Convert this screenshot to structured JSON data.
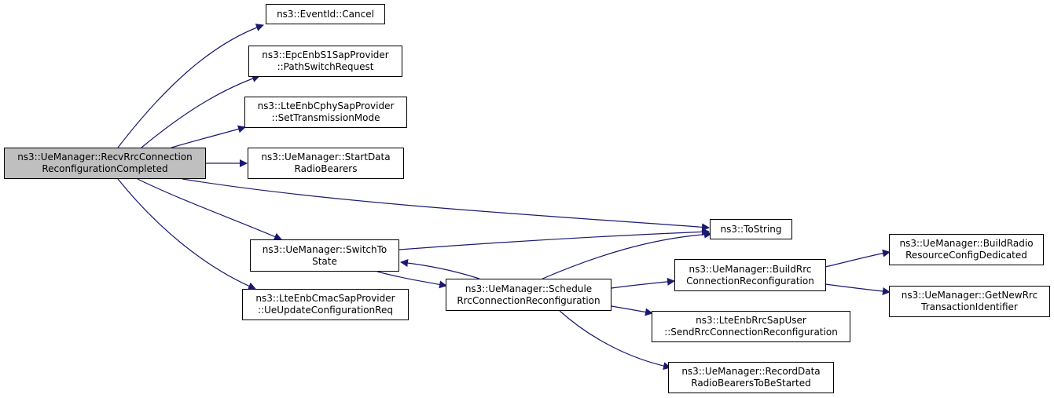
{
  "diagram": {
    "edge_color": "#191970",
    "root_fill": "#bfbfbf",
    "nodes": {
      "root": [
        "ns3::UeManager::RecvRrcConnection",
        "ReconfigurationCompleted"
      ],
      "event_cancel": [
        "ns3::EventId::Cancel"
      ],
      "path_switch": [
        "ns3::EpcEnbS1SapProvider",
        "::PathSwitchRequest"
      ],
      "set_tx_mode": [
        "ns3::LteEnbCphySapProvider",
        "::SetTransmissionMode"
      ],
      "start_data_rb": [
        "ns3::UeManager::StartData",
        "RadioBearers"
      ],
      "to_string": [
        "ns3::ToString"
      ],
      "switch_to_state": [
        "ns3::UeManager::SwitchTo",
        "State"
      ],
      "ue_update_cfg": [
        "ns3::LteEnbCmacSapProvider",
        "::UeUpdateConfigurationReq"
      ],
      "schedule_rrc": [
        "ns3::UeManager::Schedule",
        "RrcConnectionReconfiguration"
      ],
      "build_rrc": [
        "ns3::UeManager::BuildRrc",
        "ConnectionReconfiguration"
      ],
      "send_rrc": [
        "ns3::LteEnbRrcSapUser",
        "::SendRrcConnectionReconfiguration"
      ],
      "record_data_rb": [
        "ns3::UeManager::RecordData",
        "RadioBearersToBeStarted"
      ],
      "build_radio_res": [
        "ns3::UeManager::BuildRadio",
        "ResourceConfigDedicated"
      ],
      "get_new_rrc_tid": [
        "ns3::UeManager::GetNewRrc",
        "TransactionIdentifier"
      ]
    },
    "edges": [
      [
        "root",
        "event_cancel"
      ],
      [
        "root",
        "path_switch"
      ],
      [
        "root",
        "set_tx_mode"
      ],
      [
        "root",
        "start_data_rb"
      ],
      [
        "root",
        "to_string"
      ],
      [
        "root",
        "switch_to_state"
      ],
      [
        "root",
        "ue_update_cfg"
      ],
      [
        "switch_to_state",
        "to_string"
      ],
      [
        "switch_to_state",
        "schedule_rrc"
      ],
      [
        "schedule_rrc",
        "switch_to_state"
      ],
      [
        "schedule_rrc",
        "to_string"
      ],
      [
        "schedule_rrc",
        "build_rrc"
      ],
      [
        "schedule_rrc",
        "send_rrc"
      ],
      [
        "schedule_rrc",
        "record_data_rb"
      ],
      [
        "build_rrc",
        "build_radio_res"
      ],
      [
        "build_rrc",
        "get_new_rrc_tid"
      ]
    ]
  }
}
